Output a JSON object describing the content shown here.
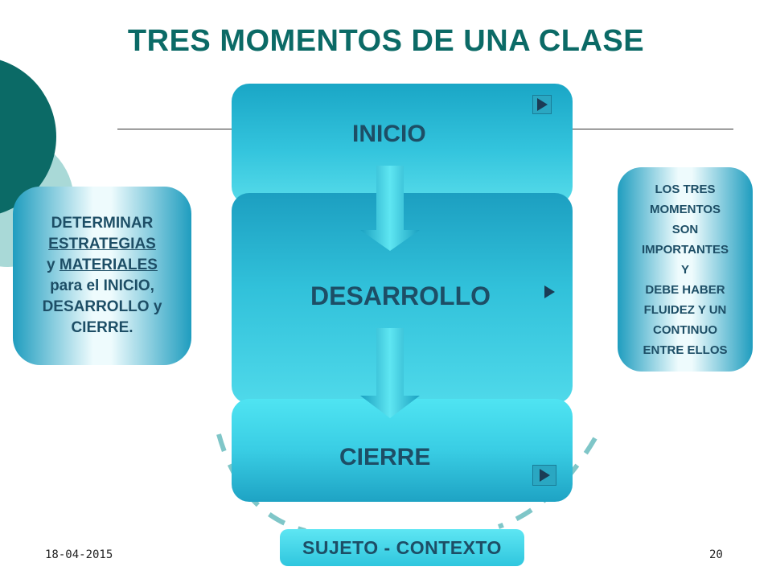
{
  "slide": {
    "title": "TRES MOMENTOS DE UNA CLASE",
    "date": "18-04-2015",
    "page_number": "20"
  },
  "stages": {
    "inicio": "INICIO",
    "desarrollo": "DESARROLLO",
    "cierre": "CIERRE"
  },
  "left_note": {
    "line1": "DETERMINAR",
    "line2": "ESTRATEGIAS",
    "line3_prefix": "y ",
    "line3_underlined": "MATERIALES",
    "line4": "para el INICIO,",
    "line5": "DESARROLLO y",
    "line6": "CIERRE."
  },
  "right_note": {
    "lines": [
      "LOS TRES",
      "MOMENTOS",
      "SON",
      "IMPORTANTES",
      "Y",
      "DEBE HABER",
      "FLUIDEZ Y UN",
      "CONTINUO",
      "ENTRE ELLOS"
    ]
  },
  "footer_box": "SUJETO - CONTEXTO",
  "colors": {
    "title": "#0b6a66",
    "box_primary": "#2fc0da",
    "text_dark": "#1d4e66",
    "deco_dark": "#0b6a66",
    "deco_light": "#9fd3d2"
  }
}
